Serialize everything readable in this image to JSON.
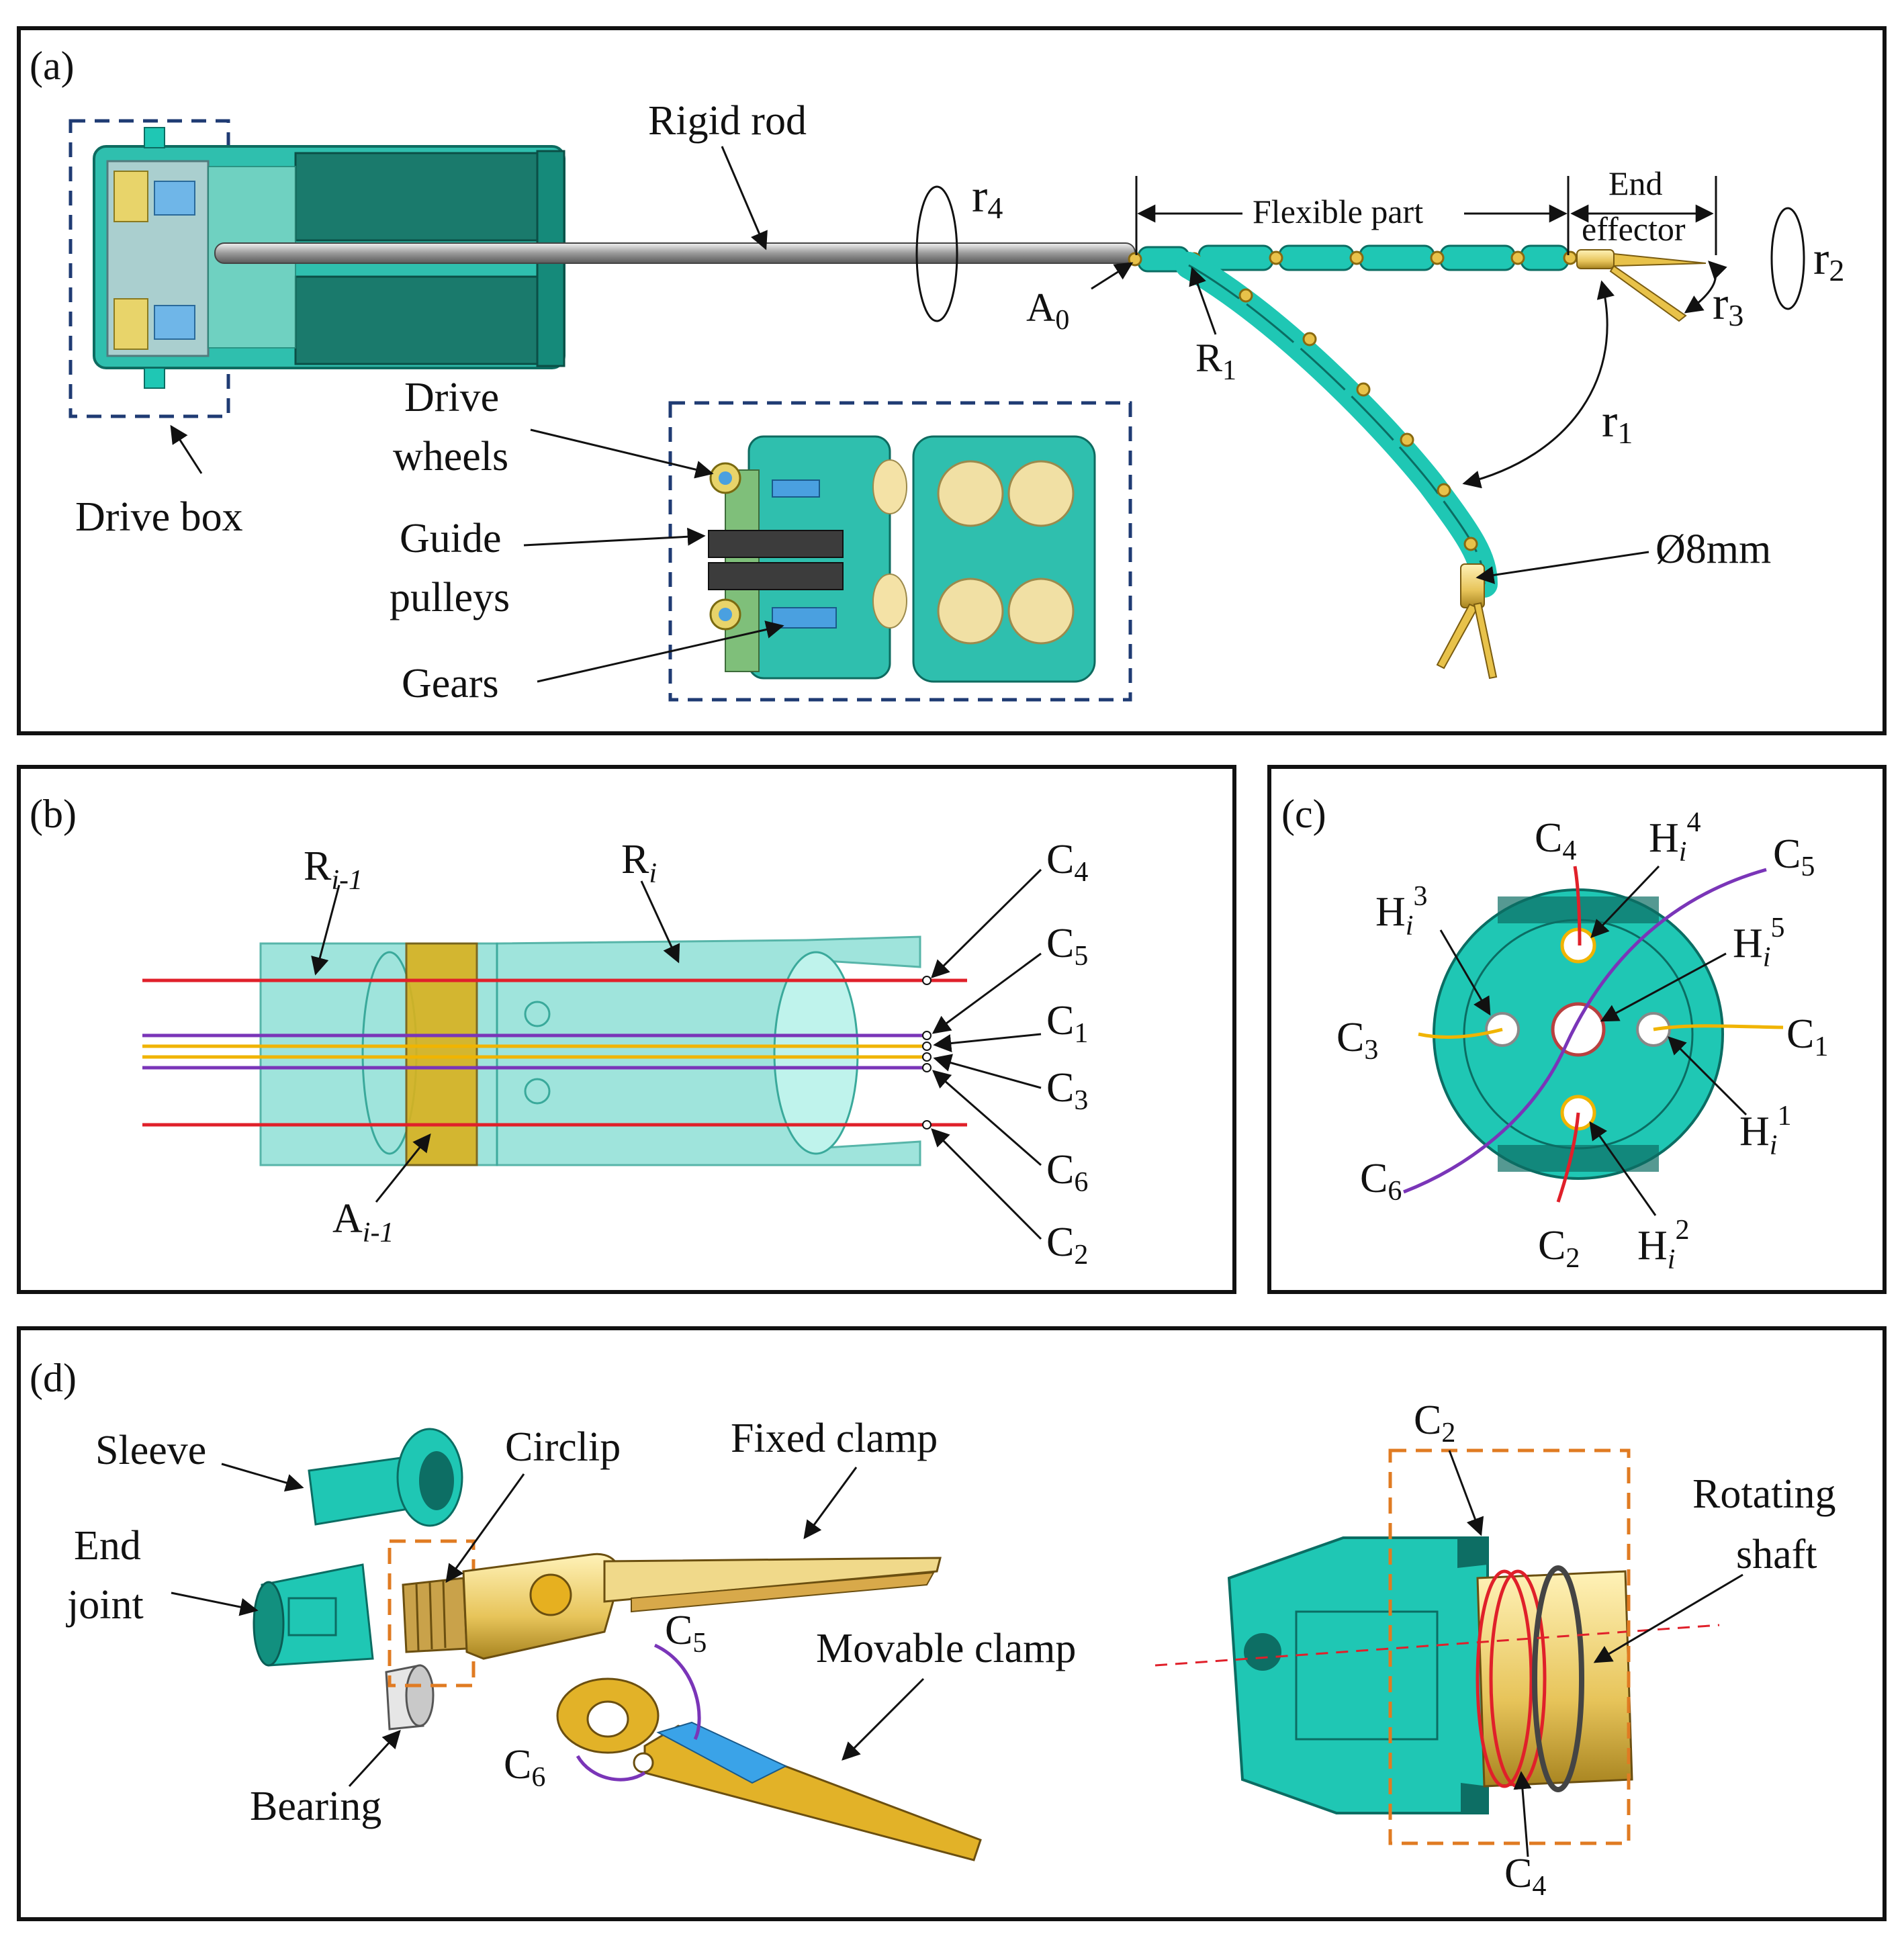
{
  "panels": {
    "a": {
      "tag": "(a)",
      "rigid_rod": "Rigid rod",
      "r4": "r",
      "r4_sub": "4",
      "flexible_part": "Flexible part",
      "end_effector_1": "End",
      "end_effector_2": "effector",
      "r2": "r",
      "r2_sub": "2",
      "r3": "r",
      "r3_sub": "3",
      "a0": "A",
      "a0_sub": "0",
      "r1_seg": "R",
      "r1_seg_sub": "1",
      "r1": "r",
      "r1_sub": "1",
      "diameter": "Ø8mm",
      "drive_box": "Drive box",
      "drive_wheels_1": "Drive",
      "drive_wheels_2": "wheels",
      "guide_pulleys_1": "Guide",
      "guide_pulleys_2": "pulleys",
      "gears": "Gears"
    },
    "b": {
      "tag": "(b)",
      "r_prev": "R",
      "r_prev_sub": "i-1",
      "r_i": "R",
      "r_i_sub": "i",
      "a_prev": "A",
      "a_prev_sub": "i-1",
      "c4": "C",
      "c4_sub": "4",
      "c5": "C",
      "c5_sub": "5",
      "c1": "C",
      "c1_sub": "1",
      "c3": "C",
      "c3_sub": "3",
      "c6": "C",
      "c6_sub": "6",
      "c2": "C",
      "c2_sub": "2"
    },
    "c": {
      "tag": "(c)",
      "c4": "C",
      "c4_sub": "4",
      "h4": "H",
      "h4_sub": "i",
      "h4_sup": "4",
      "c5": "C",
      "c5_sub": "5",
      "h3": "H",
      "h3_sub": "i",
      "h3_sup": "3",
      "h5": "H",
      "h5_sub": "i",
      "h5_sup": "5",
      "c3": "C",
      "c3_sub": "3",
      "c1": "C",
      "c1_sub": "1",
      "h1": "H",
      "h1_sub": "i",
      "h1_sup": "1",
      "c6": "C",
      "c6_sub": "6",
      "c2": "C",
      "c2_sub": "2",
      "h2": "H",
      "h2_sub": "i",
      "h2_sup": "2"
    },
    "d": {
      "tag": "(d)",
      "sleeve": "Sleeve",
      "circlip": "Circlip",
      "fixed_clamp": "Fixed clamp",
      "end_joint_1": "End",
      "end_joint_2": "joint",
      "c5": "C",
      "c5_sub": "5",
      "movable_clamp": "Movable clamp",
      "c6": "C",
      "c6_sub": "6",
      "bearing": "Bearing",
      "c2": "C",
      "c2_sub": "2",
      "rotating_shaft_1": "Rotating",
      "rotating_shaft_2": "shaft",
      "c4": "C",
      "c4_sub": "4"
    }
  },
  "colors": {
    "teal": "#1fc7b4",
    "gold": "#e8c24a",
    "cable_red": "#e0202a",
    "cable_purple": "#7a35b8",
    "cable_yellow": "#f0b400",
    "dash_blue": "#1f3b73",
    "dash_orange": "#e07b22"
  }
}
